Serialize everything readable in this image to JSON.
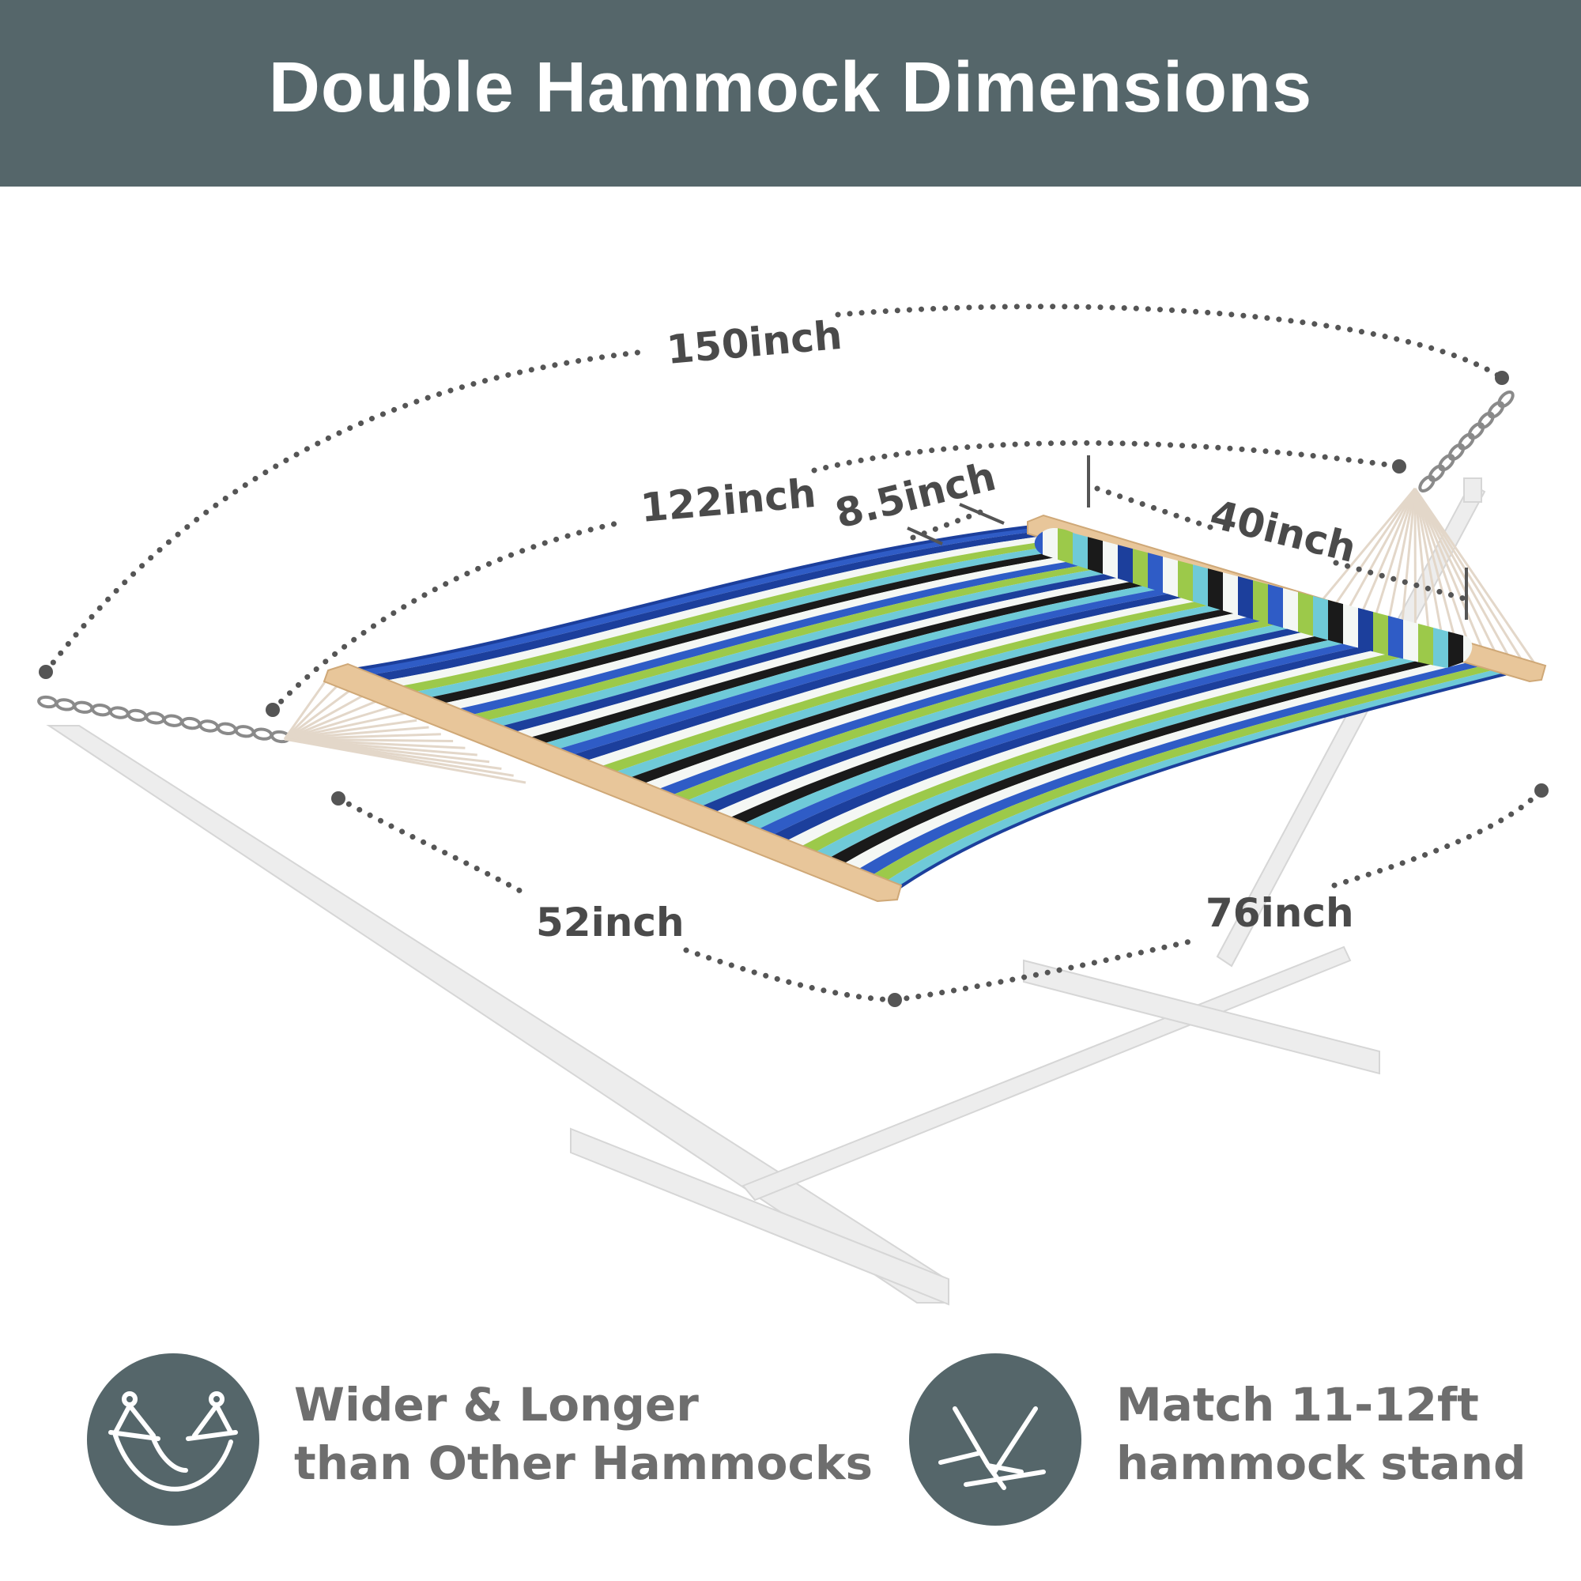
{
  "title": "Double Hammock Dimensions",
  "colors": {
    "banner": "#55666a",
    "banner_text": "#ffffff",
    "dimension_text": "#4a4a4a",
    "dotted_line": "#555555",
    "feature_circle": "#55666a",
    "feature_text": "#6e6e6e",
    "stand": "#ededed",
    "stand_edge": "#d6d6d6",
    "stripe_navy": "#1c3f9c",
    "stripe_royal": "#2f5cc6",
    "stripe_green": "#9cc94a",
    "stripe_aqua": "#6fcad8",
    "stripe_black": "#1a1a1a",
    "stripe_white": "#f4f7f4",
    "wood": "#e8c69a"
  },
  "dimensions": {
    "overall_length": "150inch",
    "bed_length": "122inch",
    "pillow_height": "8.5inch",
    "pillow_width": "40inch",
    "spreader_bar": "52inch",
    "bed_width": "76inch"
  },
  "features": [
    {
      "icon": "hammock-icon",
      "line1": "Wider & Longer",
      "line2": "than Other Hammocks"
    },
    {
      "icon": "stand-icon",
      "line1": "Match 11-12ft",
      "line2": "hammock stand"
    }
  ]
}
